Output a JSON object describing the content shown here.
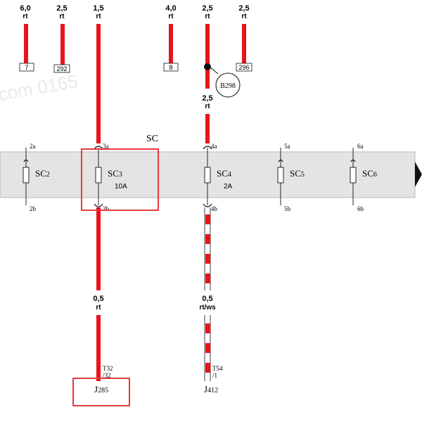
{
  "top_wires": [
    {
      "gauge": "6,0",
      "color": "rt",
      "ref": "7"
    },
    {
      "gauge": "2,5",
      "color": "rt",
      "ref": "292"
    },
    {
      "gauge": "1,5",
      "color": "rt"
    },
    {
      "gauge": "4,0",
      "color": "rt",
      "ref": "8"
    },
    {
      "gauge": "2,5",
      "color": "rt"
    },
    {
      "gauge": "2,5",
      "color": "rt",
      "ref": "296"
    }
  ],
  "connector_b": "B298",
  "wire_after_splice": {
    "gauge": "2,5",
    "color": "rt"
  },
  "fuse_box": {
    "label": "SC",
    "fuses": [
      {
        "name": "SC",
        "sub": "2",
        "pin_in": "2a",
        "pin_out": "2b",
        "rating": ""
      },
      {
        "name": "SC",
        "sub": "3",
        "pin_in": "3a",
        "pin_out": "3b",
        "rating": "10A"
      },
      {
        "name": "SC",
        "sub": "4",
        "pin_in": "4a",
        "pin_out": "4b",
        "rating": "2A"
      },
      {
        "name": "SC",
        "sub": "5",
        "pin_in": "5a",
        "pin_out": "5b",
        "rating": ""
      },
      {
        "name": "SC",
        "sub": "6",
        "pin_in": "6a",
        "pin_out": "6b",
        "rating": ""
      }
    ]
  },
  "lower_wires": [
    {
      "gauge": "0,5",
      "color": "rt",
      "pin_line1": "T32",
      "pin_line2": "/32",
      "component": "J",
      "component_sub": "285"
    },
    {
      "gauge": "0,5",
      "color": "rt/ws",
      "pin_line1": "T54",
      "pin_line2": "/1",
      "component": "J",
      "component_sub": "412"
    }
  ],
  "watermark": ".com 0165",
  "colors": {
    "wire_red": "#e8141b",
    "fuse_bar": "#e4e4e4",
    "highlight": "#e8393d",
    "stripe_white": "#ffffff"
  }
}
